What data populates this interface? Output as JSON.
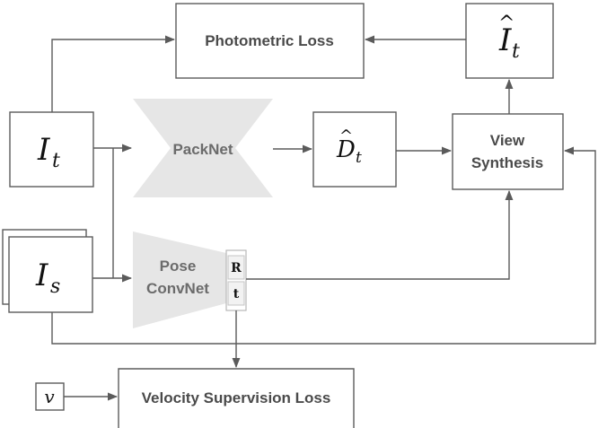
{
  "nodes": {
    "photometric_loss": "Photometric Loss",
    "i_hat_t": {
      "main": "I",
      "hat": "^",
      "sub": "t"
    },
    "i_t": {
      "main": "I",
      "sub": "t"
    },
    "packnet": "PackNet",
    "d_hat_t": {
      "main": "D",
      "hat": "^",
      "sub": "t"
    },
    "view_synthesis": {
      "line1": "View",
      "line2": "Synthesis"
    },
    "i_s": {
      "main": "I",
      "sub": "s"
    },
    "pose_convnet": {
      "line1": "Pose",
      "line2": "ConvNet"
    },
    "pose_R": "R",
    "pose_t": "t",
    "v": "v",
    "velocity_loss": "Velocity Supervision Loss"
  }
}
